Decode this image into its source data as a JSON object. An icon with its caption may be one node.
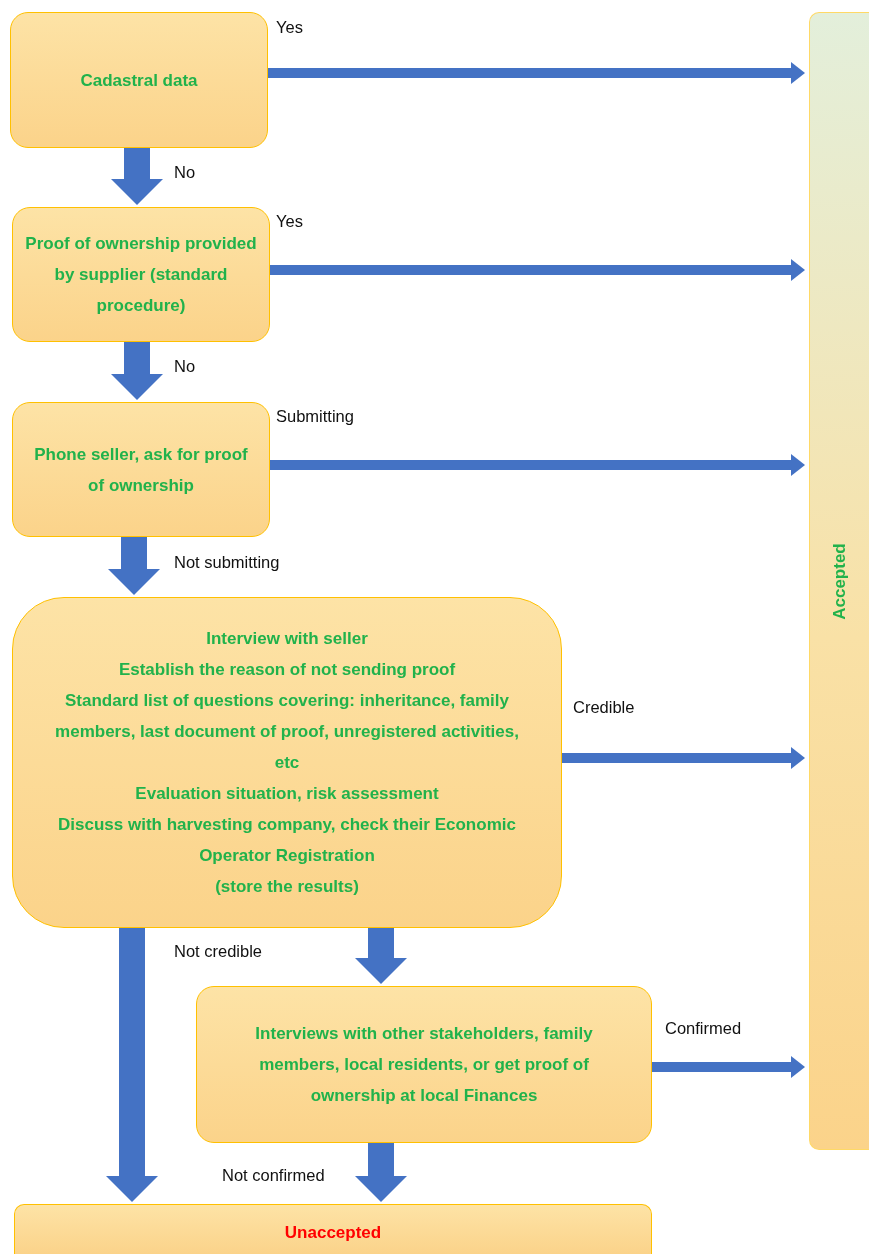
{
  "diagram": {
    "nodes": [
      {
        "text": [
          "Cadastral data"
        ]
      },
      {
        "text": [
          "Proof of ownership provided by supplier (standard procedure)"
        ]
      },
      {
        "text": [
          "Phone seller, ask for proof of ownership"
        ]
      },
      {
        "text": [
          "Interview with seller",
          "Establish the reason of not sending proof",
          "Standard list of questions covering:  inheritance, family members, last document of proof, unregistered activities, etc",
          "Evaluation situation, risk assessment",
          "Discuss with harvesting company, check their Economic Operator Registration",
          "(store the results)"
        ]
      },
      {
        "text": [
          "Interviews with other stakeholders, family members, local residents, or get proof of ownership at local Finances"
        ]
      },
      {
        "text": [
          "Accepted"
        ]
      },
      {
        "text": [
          "Unaccepted"
        ]
      }
    ],
    "edges": [
      {
        "from": 0,
        "to": 5,
        "arrow": "to",
        "label": "Yes"
      },
      {
        "from": 0,
        "to": 1,
        "arrow": "to",
        "label": "No"
      },
      {
        "from": 1,
        "to": 5,
        "arrow": "to",
        "label": "Yes"
      },
      {
        "from": 1,
        "to": 2,
        "arrow": "to",
        "label": "No"
      },
      {
        "from": 2,
        "to": 5,
        "arrow": "to",
        "label": "Submitting"
      },
      {
        "from": 2,
        "to": 3,
        "arrow": "to",
        "label": "Not submitting"
      },
      {
        "from": 3,
        "to": 5,
        "arrow": "to",
        "label": "Credible"
      },
      {
        "from": 3,
        "to": 6,
        "arrow": "to",
        "label": "Not credible"
      },
      {
        "from": 3,
        "to": 4,
        "arrow": "to"
      },
      {
        "from": 4,
        "to": 5,
        "arrow": "to",
        "label": "Confirmed"
      },
      {
        "from": 4,
        "to": 6,
        "arrow": "to",
        "label": "Not confirmed"
      }
    ]
  }
}
